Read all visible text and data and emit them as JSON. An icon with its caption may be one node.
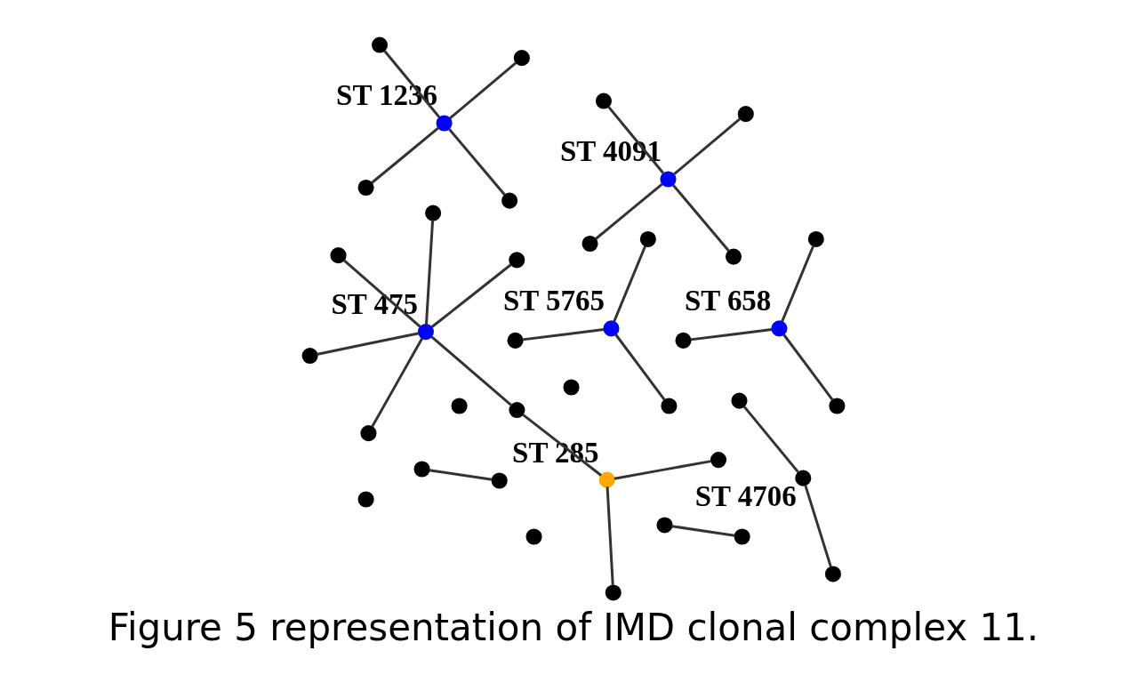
{
  "diagram": {
    "caption": "Figure 5 representation of IMD clonal complex 11.",
    "nodes": [
      {
        "text": [],
        "shape": "circle"
      },
      {
        "text": [],
        "shape": "circle"
      },
      {
        "text": [],
        "shape": "circle"
      },
      {
        "text": [],
        "shape": "circle"
      },
      {
        "text": [],
        "shape": "circle",
        "beside": [
          "ST 4091"
        ]
      },
      {
        "text": [],
        "shape": "circle",
        "beside": [
          "ST 5765"
        ]
      },
      {
        "text": [],
        "shape": "circle"
      },
      {
        "text": [],
        "shape": "circle",
        "beside": [
          "ST 4706"
        ]
      },
      {
        "text": [],
        "shape": "circle"
      },
      {
        "text": [],
        "shape": "circle"
      },
      {
        "text": [],
        "shape": "circle"
      },
      {
        "text": [],
        "shape": "circle"
      },
      {
        "text": [],
        "shape": "circle"
      },
      {
        "text": [],
        "shape": "circle"
      },
      {
        "text": [],
        "shape": "circle"
      },
      {
        "text": [],
        "shape": "circle"
      },
      {
        "text": [],
        "shape": "circle"
      },
      {
        "text": [],
        "shape": "circle",
        "beside": [
          "ST 1236"
        ]
      },
      {
        "text": [],
        "shape": "circle"
      },
      {
        "text": [],
        "shape": "circle"
      },
      {
        "text": [],
        "shape": "circle"
      },
      {
        "text": [],
        "shape": "circle"
      },
      {
        "text": [],
        "shape": "circle"
      },
      {
        "text": [],
        "shape": "circle"
      },
      {
        "text": [],
        "shape": "circle",
        "beside": [
          "ST 475"
        ]
      },
      {
        "text": [],
        "shape": "circle"
      },
      {
        "text": [],
        "shape": "circle"
      },
      {
        "text": [],
        "shape": "circle"
      },
      {
        "text": [],
        "shape": "circle"
      },
      {
        "text": [],
        "shape": "circle",
        "beside": [
          "ST 285"
        ]
      },
      {
        "text": [],
        "shape": "circle"
      },
      {
        "text": [],
        "shape": "circle"
      },
      {
        "text": [],
        "shape": "circle",
        "beside": [
          "ST 658"
        ]
      },
      {
        "text": [],
        "shape": "circle"
      },
      {
        "text": [],
        "shape": "circle"
      },
      {
        "text": [],
        "shape": "circle"
      },
      {
        "text": [],
        "shape": "circle"
      },
      {
        "text": [],
        "shape": "circle"
      },
      {
        "text": [],
        "shape": "circle"
      }
    ],
    "edges": [
      {
        "from": 5,
        "to": 0,
        "arrow": "none"
      },
      {
        "from": 5,
        "to": 6,
        "arrow": "none"
      },
      {
        "from": 5,
        "to": 10,
        "arrow": "none"
      },
      {
        "from": 4,
        "to": 1,
        "arrow": "none"
      },
      {
        "from": 4,
        "to": 2,
        "arrow": "none"
      },
      {
        "from": 4,
        "to": 8,
        "arrow": "none"
      },
      {
        "from": 4,
        "to": 9,
        "arrow": "none"
      },
      {
        "from": 7,
        "to": 3,
        "arrow": "none"
      },
      {
        "from": 7,
        "to": 11,
        "arrow": "none"
      },
      {
        "from": 14,
        "to": 15,
        "arrow": "none"
      },
      {
        "from": 20,
        "to": 21,
        "arrow": "none"
      },
      {
        "from": 17,
        "to": 12,
        "arrow": "none"
      },
      {
        "from": 17,
        "to": 13,
        "arrow": "none"
      },
      {
        "from": 17,
        "to": 22,
        "arrow": "none"
      },
      {
        "from": 17,
        "to": 23,
        "arrow": "none"
      },
      {
        "from": 24,
        "to": 16,
        "arrow": "none"
      },
      {
        "from": 24,
        "to": 18,
        "arrow": "none"
      },
      {
        "from": 24,
        "to": 19,
        "arrow": "none"
      },
      {
        "from": 24,
        "to": 27,
        "arrow": "none"
      },
      {
        "from": 24,
        "to": 28,
        "arrow": "none"
      },
      {
        "from": 24,
        "to": 31,
        "arrow": "none"
      },
      {
        "from": 29,
        "to": 28,
        "arrow": "none"
      },
      {
        "from": 29,
        "to": 25,
        "arrow": "none"
      },
      {
        "from": 29,
        "to": 30,
        "arrow": "none"
      },
      {
        "from": 32,
        "to": 26,
        "arrow": "none"
      },
      {
        "from": 32,
        "to": 33,
        "arrow": "none"
      },
      {
        "from": 32,
        "to": 34,
        "arrow": "none"
      }
    ]
  }
}
